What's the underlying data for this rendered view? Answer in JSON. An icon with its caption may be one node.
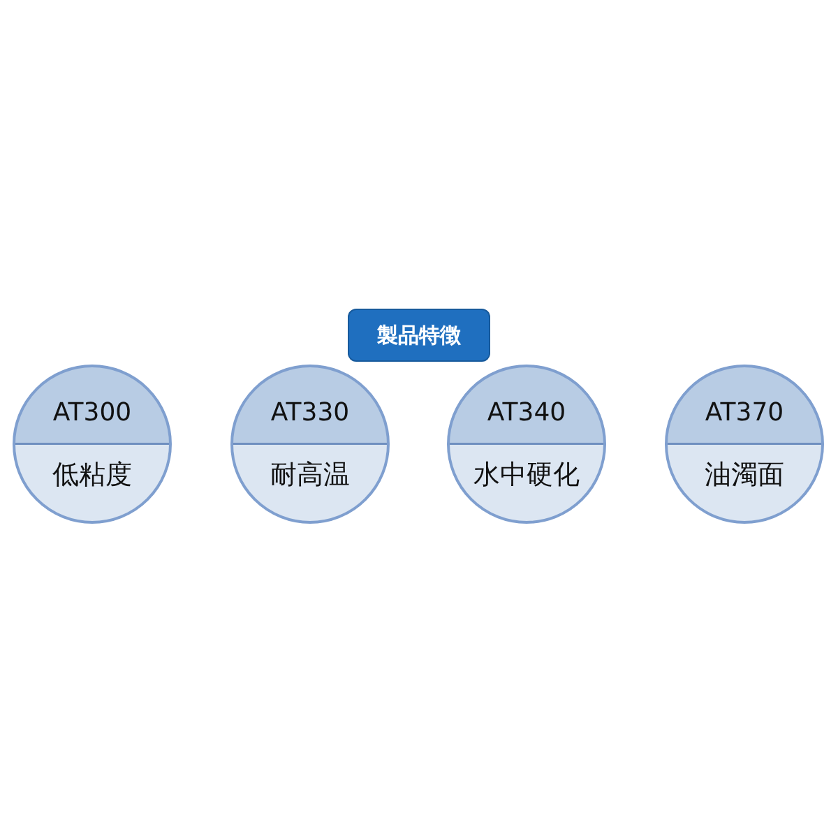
{
  "diagram": {
    "nodes": [
      {
        "text": [
          "製品特徴"
        ]
      },
      {
        "text": [
          "AT300",
          "低粘度"
        ]
      },
      {
        "text": [
          "AT330",
          "耐高温"
        ]
      },
      {
        "text": [
          "AT340",
          "水中硬化"
        ]
      },
      {
        "text": [
          "AT370",
          "油濁面"
        ]
      }
    ]
  }
}
